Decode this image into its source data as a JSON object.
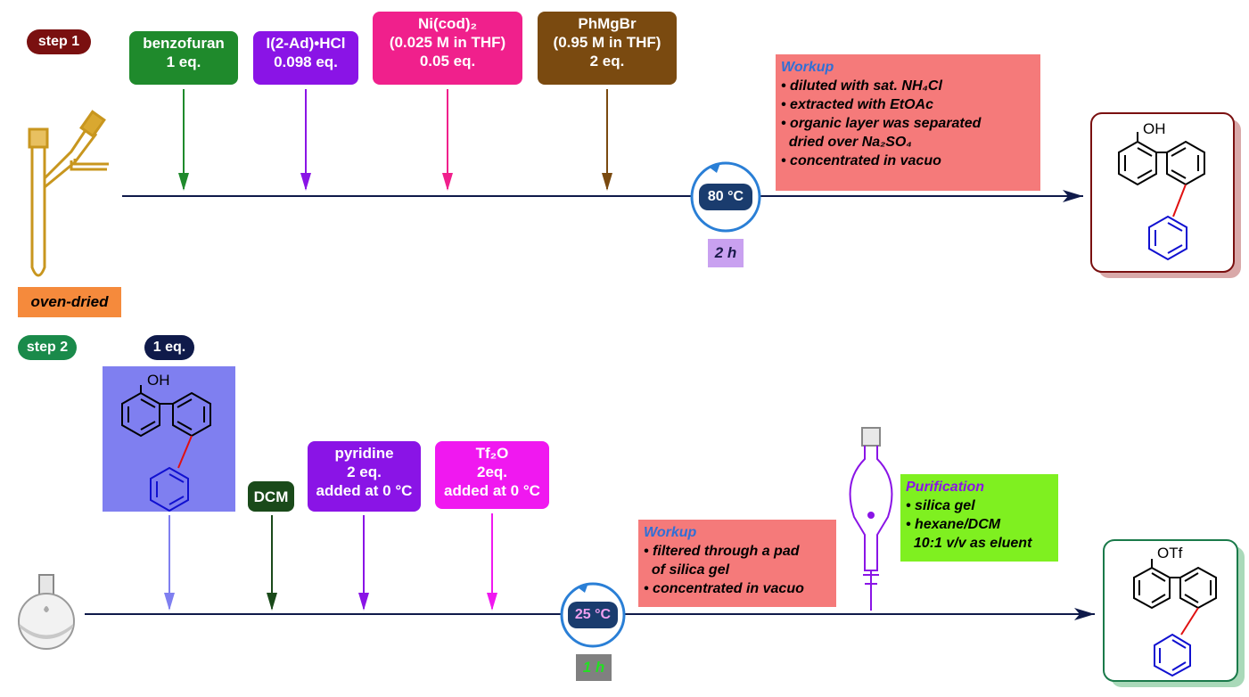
{
  "step1": {
    "label": "step 1",
    "colors": {
      "step": "#7a1010",
      "benzofuran": "#1f8a2c",
      "ligand": "#8a14e6",
      "nickel": "#f0208c",
      "grignard": "#7a4a10",
      "workup": "#f57a7a",
      "temp": "#1a3c6e",
      "time": "#c9a1f0",
      "vessel_note": "#f58a3c"
    },
    "reagents": [
      {
        "line1": "benzofuran",
        "line2": "1 eq.",
        "line3": ""
      },
      {
        "line1": "I(2-Ad)•HCl",
        "line2": "0.098 eq.",
        "line3": ""
      },
      {
        "line1": "Ni(cod)₂",
        "line2": "(0.025 M in THF)",
        "line3": "0.05 eq."
      },
      {
        "line1": "PhMgBr",
        "line2": "(0.95 M in THF)",
        "line3": "2 eq."
      }
    ],
    "temperature": "80 °C",
    "time": "2 h",
    "vessel_note": "oven-dried",
    "workup": {
      "title": "Workup",
      "items": [
        "• diluted with sat. NH₄Cl",
        "• extracted with EtOAc",
        "• organic layer was separated",
        "  dried over Na₂SO₄",
        "• concentrated in vacuo"
      ]
    },
    "product_label": "OH"
  },
  "step2": {
    "label": "step 2",
    "colors": {
      "step": "#1a8a4a",
      "eq_pill": "#0f1a4a",
      "substrate_box": "#7f7ff0",
      "dcm": "#1a4a1a",
      "pyridine": "#8a14e6",
      "tf2o": "#f018f0",
      "workup": "#f57a7a",
      "temp": "#1a3c6e",
      "time": "#808080",
      "time_text": "#22e022",
      "purification": "#7ff020"
    },
    "substrate_eq": "1 eq.",
    "substrate_label": "OH",
    "reagents": [
      {
        "line1": "DCM",
        "line2": "",
        "line3": ""
      },
      {
        "line1": "pyridine",
        "line2": "2 eq.",
        "line3": "added at 0 °C"
      },
      {
        "line1": "Tf₂O",
        "line2": "2eq.",
        "line3": "added at 0 °C"
      }
    ],
    "temperature": "25 °C",
    "time": "1 h",
    "workup": {
      "title": "Workup",
      "items": [
        "• filtered through a pad",
        "  of silica gel",
        "• concentrated in vacuo"
      ]
    },
    "purification": {
      "title": "Purification",
      "items": [
        "• silica gel",
        "• hexane/DCM",
        "  10:1 v/v as eluent"
      ]
    },
    "product_label": "OTf"
  }
}
